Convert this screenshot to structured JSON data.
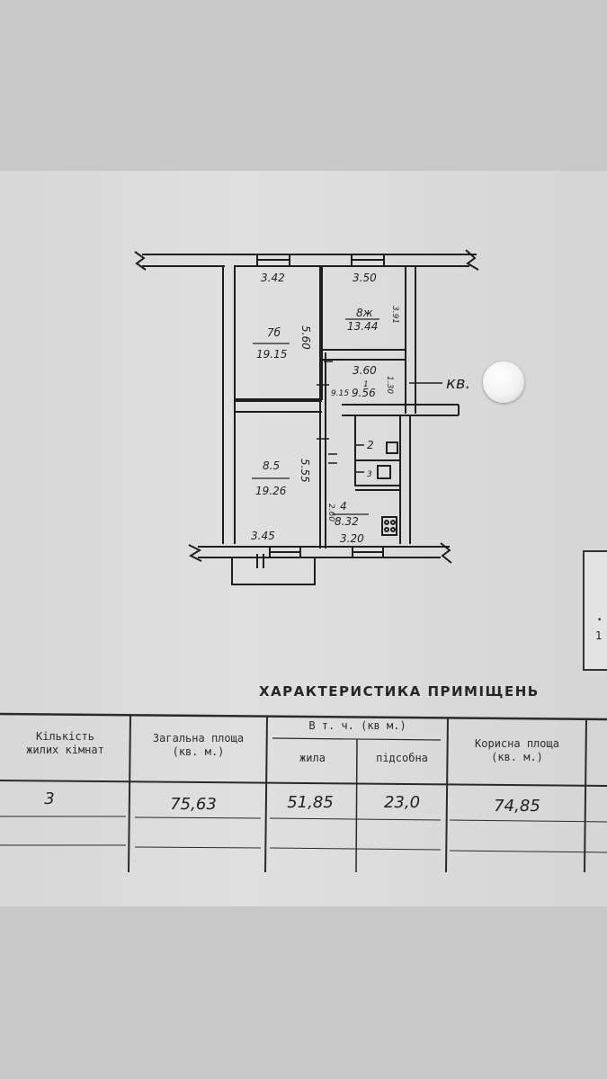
{
  "plan": {
    "dims": {
      "top_left_width": "3.42",
      "top_right_width": "3.50",
      "room_height_upper": "5.60",
      "room_height_right": "3.91",
      "corridor_width": "3.60",
      "corridor_small_height": "1.30",
      "lower_room_height": "5.55",
      "bottom_left_width": "3.45",
      "kitchen_side": "2.60",
      "kitchen_bottom": "3.20"
    },
    "rooms": [
      {
        "number": "7б",
        "area": "19.15"
      },
      {
        "number": "8ж",
        "area": "13.44"
      },
      {
        "number": "1",
        "area": "9.56"
      },
      {
        "number": "8.5",
        "area": "19.26"
      },
      {
        "number": "4",
        "area": "8.32"
      },
      {
        "number": "2",
        "area": ""
      },
      {
        "number": "3",
        "area": ""
      }
    ],
    "corridor_extra": "9.15",
    "apartment_label": "кв."
  },
  "section_title": "ХАРАКТЕРИСТИКА ПРИМІЩЕНЬ",
  "table": {
    "headers": {
      "rooms_count": [
        "Кількість",
        "жилих кімнат"
      ],
      "total_area": [
        "Загальна площа",
        "(кв. м.)"
      ],
      "incl": "В т. ч. (кв м.)",
      "living": "жила",
      "auxiliary": "підсобна",
      "useful_area": [
        "Корисна площа",
        "(кв. м.)"
      ]
    },
    "row": {
      "rooms_count": "3",
      "total_area": "75,63",
      "living": "51,85",
      "auxiliary": "23,0",
      "useful_area": "74,85"
    }
  },
  "side": {
    "mark": "1"
  }
}
